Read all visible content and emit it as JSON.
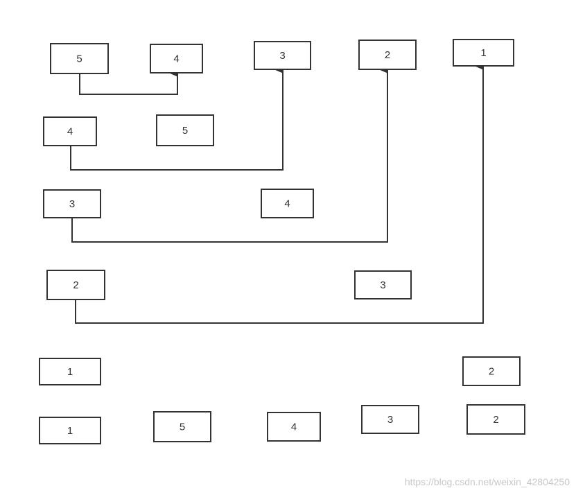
{
  "nodes": [
    {
      "id": "r1a",
      "label": "5"
    },
    {
      "id": "r1b",
      "label": "4"
    },
    {
      "id": "r1c",
      "label": "3"
    },
    {
      "id": "r1d",
      "label": "2"
    },
    {
      "id": "r1e",
      "label": "1"
    },
    {
      "id": "r2a",
      "label": "4"
    },
    {
      "id": "r2b",
      "label": "5"
    },
    {
      "id": "r3a",
      "label": "3"
    },
    {
      "id": "r3b",
      "label": "4"
    },
    {
      "id": "r4a",
      "label": "2"
    },
    {
      "id": "r4b",
      "label": "3"
    },
    {
      "id": "r5a",
      "label": "1"
    },
    {
      "id": "r5b",
      "label": "2"
    },
    {
      "id": "r6a",
      "label": "1"
    },
    {
      "id": "r6b",
      "label": "5"
    },
    {
      "id": "r6c",
      "label": "4"
    },
    {
      "id": "r6d",
      "label": "3"
    },
    {
      "id": "r6e",
      "label": "2"
    }
  ],
  "edges": [
    {
      "from": "r1a",
      "to": "r1b"
    },
    {
      "from": "r2a",
      "to": "r1c"
    },
    {
      "from": "r3a",
      "to": "r1d"
    },
    {
      "from": "r4a",
      "to": "r1e"
    }
  ],
  "watermark": "https://blog.csdn.net/weixin_42804250",
  "colors": {
    "stroke": "#333333",
    "text": "#333333",
    "watermark": "#c8c8c8"
  }
}
